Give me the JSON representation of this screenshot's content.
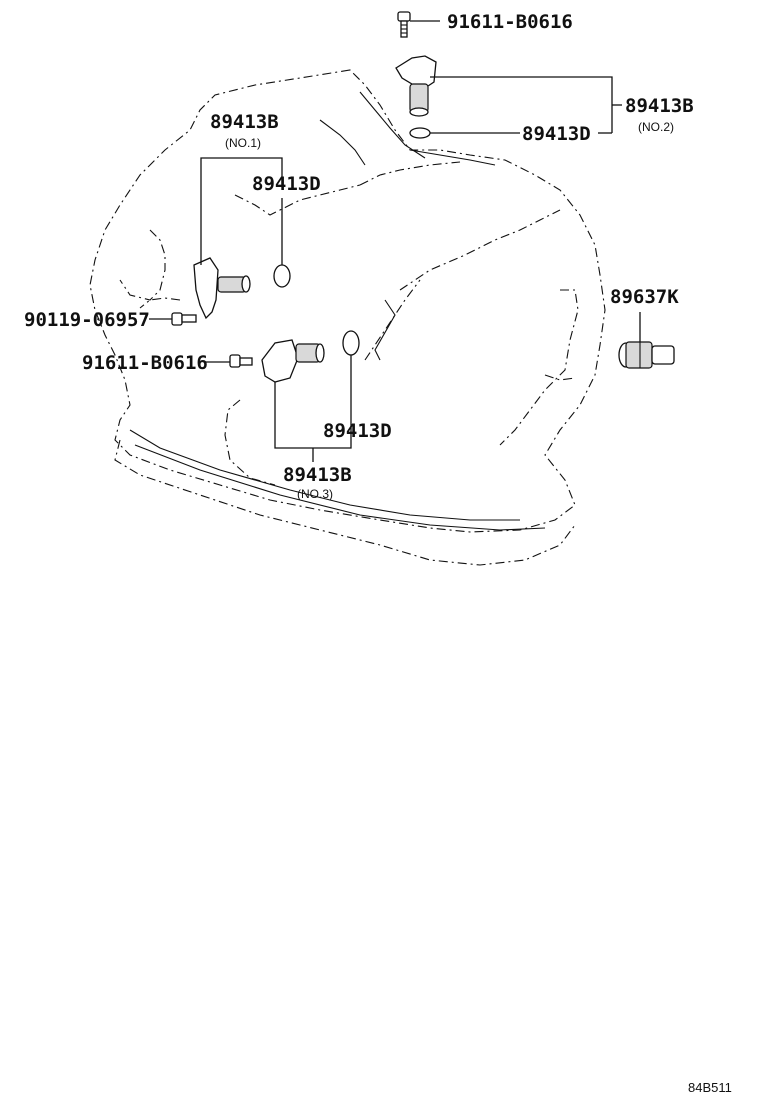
{
  "labels": {
    "top_bolt": "91611-B0616",
    "no2_sensor": "89413B",
    "no2_tag": "(NO.2)",
    "no2_oring": "89413D",
    "no1_sensor": "89413B",
    "no1_tag": "(NO.1)",
    "no1_oring": "89413D",
    "bolt_left": "90119-06957",
    "bolt_mid": "91611-B0616",
    "temp_sensor": "89637K",
    "no3_oring": "89413D",
    "no3_sensor": "89413B",
    "no3_tag": "(NO.3)"
  },
  "figure_code": "84B511"
}
